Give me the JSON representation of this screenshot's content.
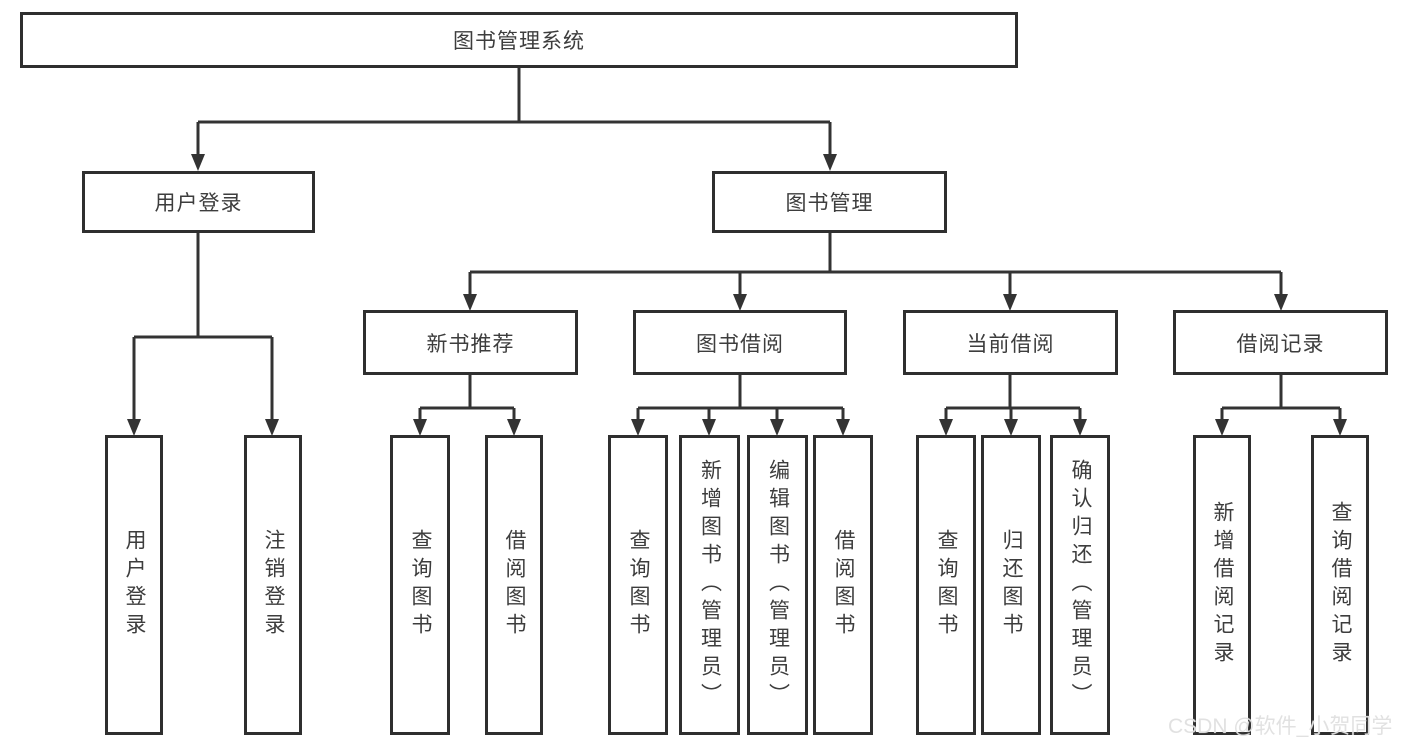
{
  "watermark": "CSDN @软件_小贺同学",
  "tree": {
    "label": "图书管理系统",
    "children": [
      {
        "label": "用户登录",
        "children": [
          {
            "label": "用户登录"
          },
          {
            "label": "注销登录"
          }
        ]
      },
      {
        "label": "图书管理",
        "children": [
          {
            "label": "新书推荐",
            "children": [
              {
                "label": "查询图书"
              },
              {
                "label": "借阅图书"
              }
            ]
          },
          {
            "label": "图书借阅",
            "children": [
              {
                "label": "查询图书"
              },
              {
                "label": "新增图书（管理员）"
              },
              {
                "label": "编辑图书（管理员）"
              },
              {
                "label": "借阅图书"
              }
            ]
          },
          {
            "label": "当前借阅",
            "children": [
              {
                "label": "查询图书"
              },
              {
                "label": "归还图书"
              },
              {
                "label": "确认归还（管理员）"
              }
            ]
          },
          {
            "label": "借阅记录",
            "children": [
              {
                "label": "新增借阅记录"
              },
              {
                "label": "查询借阅记录"
              }
            ]
          }
        ]
      }
    ]
  },
  "colors": {
    "line": "#333333",
    "border": "#2f2f2f",
    "text": "#3d3d3d"
  }
}
